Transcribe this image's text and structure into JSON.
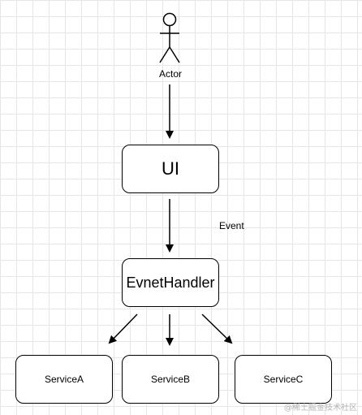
{
  "diagram": {
    "actor": {
      "label": "Actor"
    },
    "nodes": {
      "ui": "UI",
      "handler": "EvnetHandler",
      "service_a": "ServiceA",
      "service_b": "ServiceB",
      "service_c": "ServiceC"
    },
    "edge_labels": {
      "event": "Event"
    },
    "edges": [
      {
        "from": "actor",
        "to": "ui"
      },
      {
        "from": "ui",
        "to": "handler",
        "label": "Event"
      },
      {
        "from": "handler",
        "to": "service_a"
      },
      {
        "from": "handler",
        "to": "service_b"
      },
      {
        "from": "handler",
        "to": "service_c"
      }
    ]
  },
  "watermark": "@稀土掘金技术社区",
  "colors": {
    "stroke": "#000000",
    "grid": "#e6e6e6",
    "background": "#ffffff",
    "watermark": "#b5b5b5"
  }
}
